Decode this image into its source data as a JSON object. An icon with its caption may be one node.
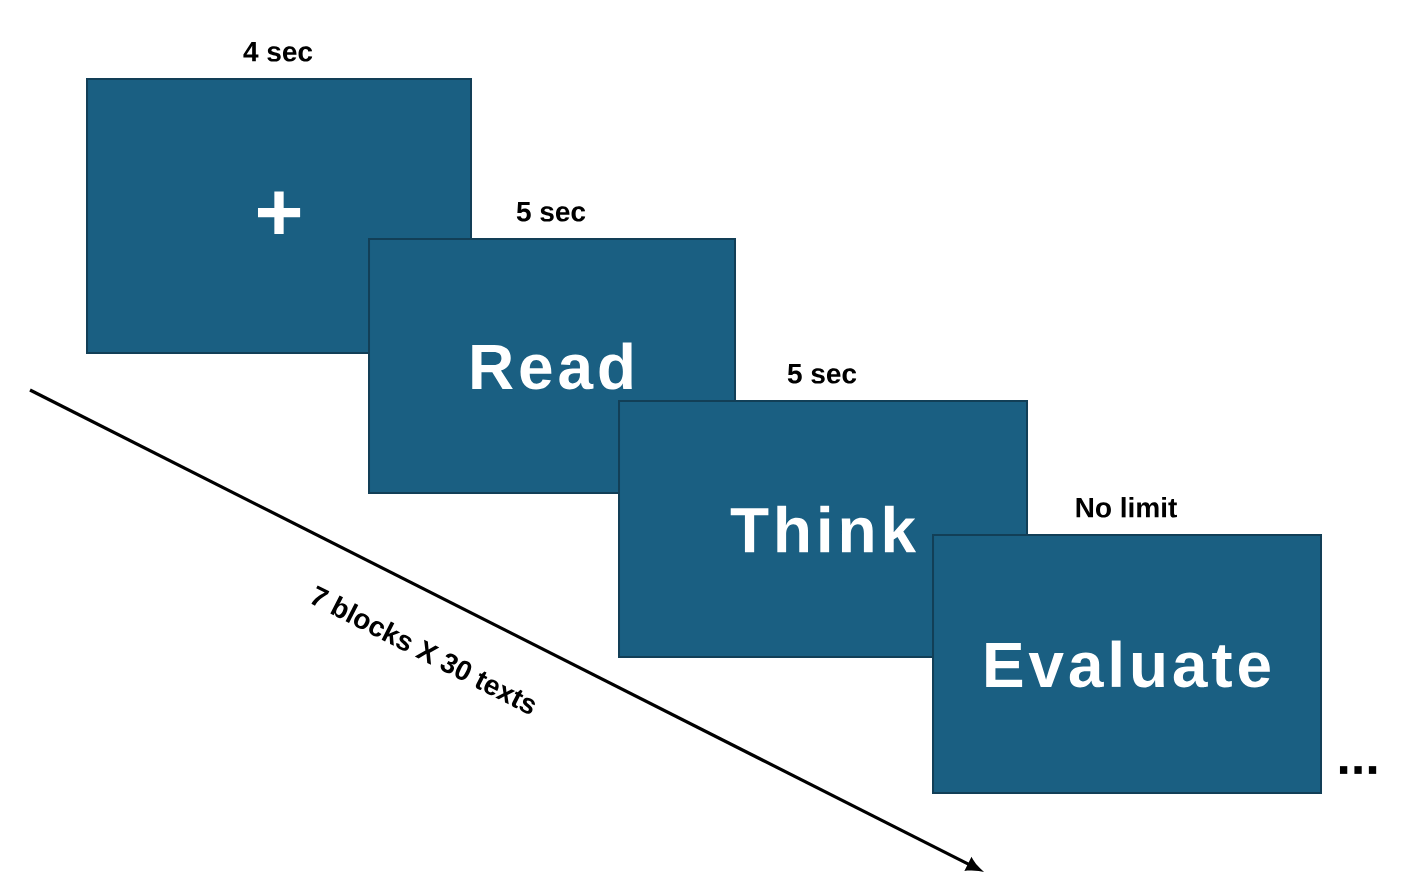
{
  "diagram": {
    "nodes": [
      {
        "text": [
          "+"
        ],
        "beside": [
          "4 sec"
        ]
      },
      {
        "text": [
          "Read"
        ],
        "beside": [
          "5 sec"
        ]
      },
      {
        "text": [
          "Think"
        ],
        "beside": [
          "5 sec"
        ]
      },
      {
        "text": [
          "Evaluate"
        ],
        "beside": [
          "No limit"
        ]
      }
    ],
    "labels": [
      "7 blocks X 30 texts",
      "..."
    ]
  }
}
